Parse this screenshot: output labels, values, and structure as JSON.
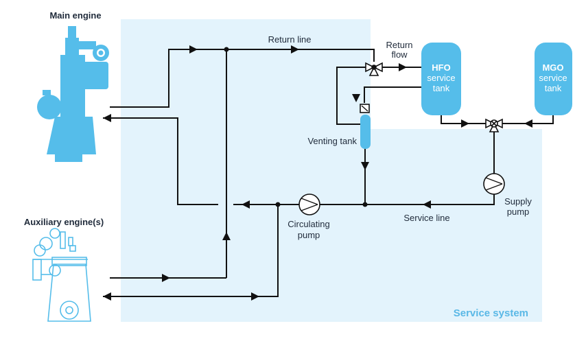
{
  "labels": {
    "main_engine": "Main engine",
    "auxiliary_engines": "Auxiliary engine(s)",
    "return_line": "Return line",
    "return_flow_1": "Return",
    "return_flow_2": "flow",
    "venting_tank": "Venting tank",
    "circulating_pump_1": "Circulating",
    "circulating_pump_2": "pump",
    "supply_pump_1": "Supply",
    "supply_pump_2": "pump",
    "service_line": "Service line",
    "service_system": "Service system"
  },
  "tanks": {
    "hfo": {
      "line1": "HFO",
      "line2": "service",
      "line3": "tank"
    },
    "mgo": {
      "line1": "MGO",
      "line2": "service",
      "line3": "tank"
    }
  },
  "colors": {
    "service_area": "#e3f3fc",
    "engine_blue": "#55bdea",
    "tank_blue": "#55bdea",
    "pipe": "#111111",
    "system_label": "#5ab8e6"
  }
}
